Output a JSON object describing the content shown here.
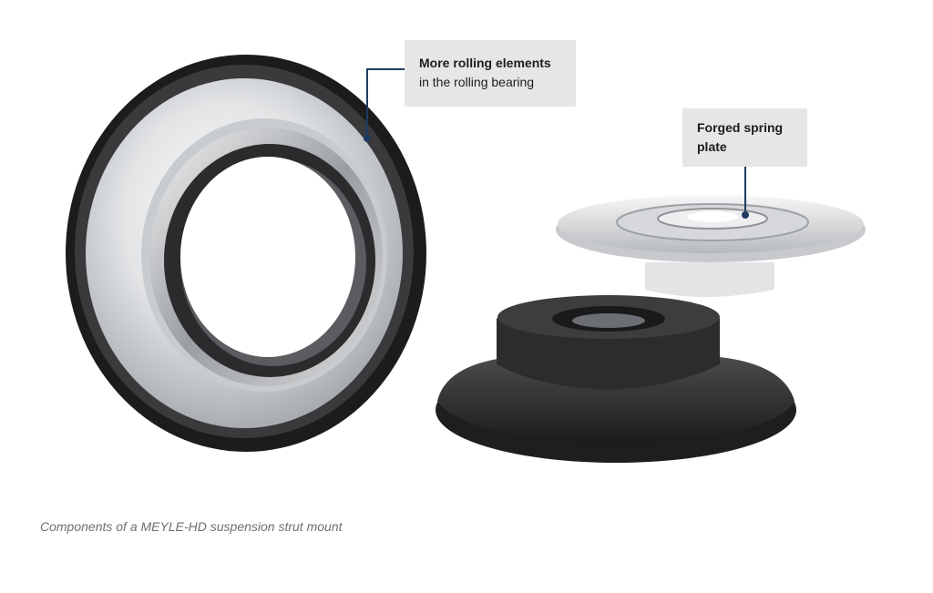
{
  "callouts": {
    "rolling_bearing": {
      "title": "More rolling elements",
      "subtitle": "in the rolling bearing"
    },
    "spring_plate": {
      "title_line1": "Forged spring",
      "title_line2": "plate"
    }
  },
  "caption": "Components of a MEYLE-HD suspension strut mount",
  "colors": {
    "callout_background": "#e6e6e6",
    "leader_line": "#1f3a60",
    "caption_text": "#6f6f6f"
  }
}
